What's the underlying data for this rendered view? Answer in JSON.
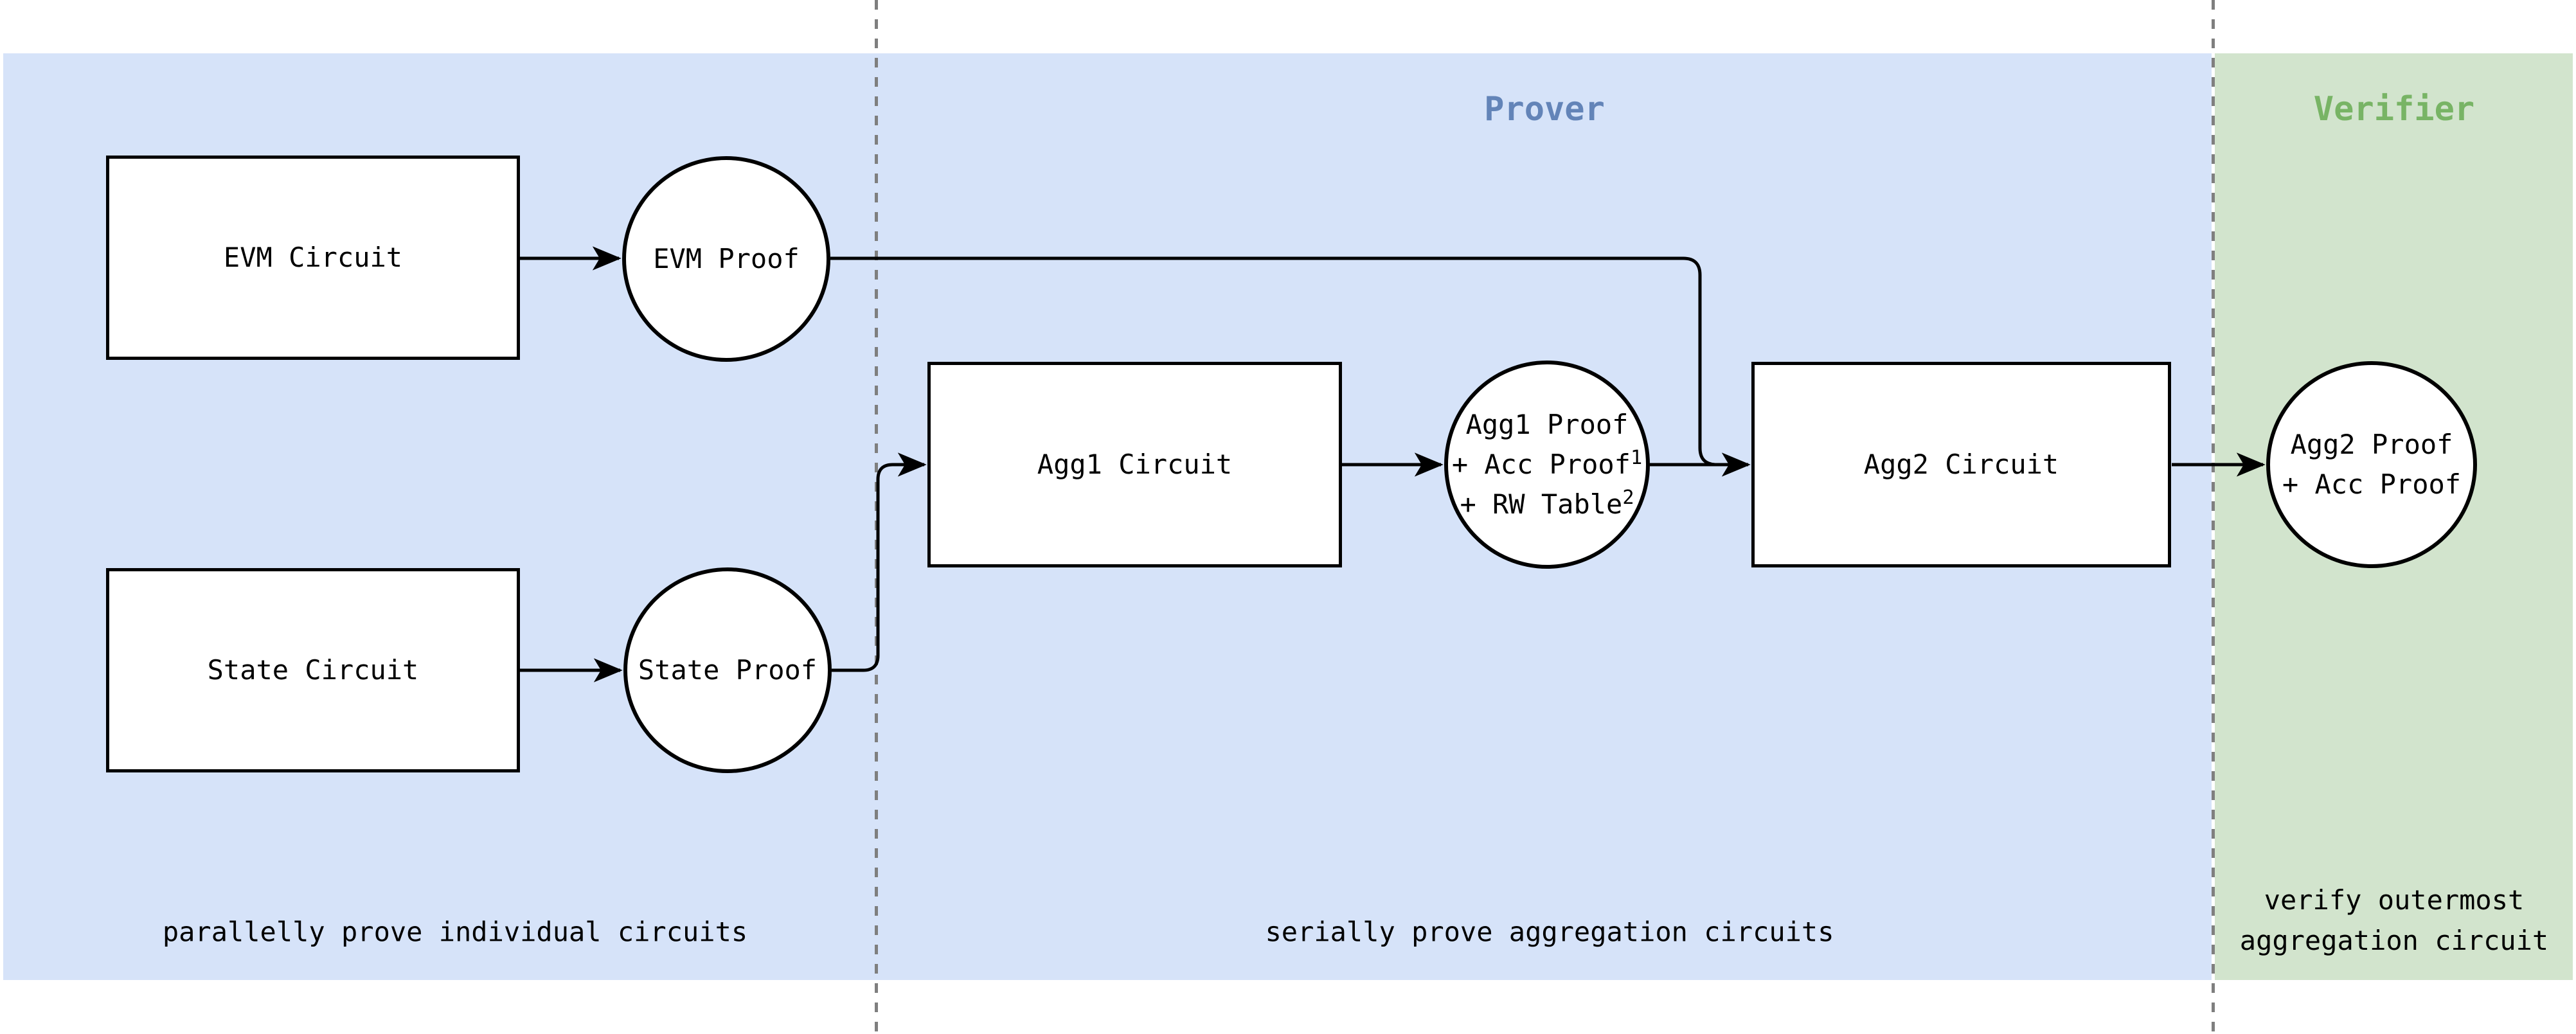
{
  "regions": {
    "prover": {
      "label": "Prover"
    },
    "verifier": {
      "label": "Verifier"
    }
  },
  "nodes": {
    "evm_circuit": {
      "label": "EVM Circuit"
    },
    "evm_proof": {
      "label": "EVM Proof"
    },
    "state_circuit": {
      "label": "State Circuit"
    },
    "state_proof": {
      "label": "State Proof"
    },
    "agg1_circuit": {
      "label": "Agg1 Circuit"
    },
    "agg1_proof": {
      "lines": [
        {
          "text": "Agg1 Proof",
          "sup": ""
        },
        {
          "text": "+ Acc Proof",
          "sup": "1"
        },
        {
          "text": "+ RW Table",
          "sup": "2"
        }
      ]
    },
    "agg2_circuit": {
      "label": "Agg2 Circuit"
    },
    "agg2_proof": {
      "lines": [
        {
          "text": "Agg2 Proof",
          "sup": ""
        },
        {
          "text": "+ Acc Proof",
          "sup": ""
        }
      ]
    }
  },
  "captions": {
    "parallel": "parallelly prove individual circuits",
    "serial": "serially prove aggregation circuits",
    "verify_line1": "verify outermost",
    "verify_line2": "aggregation circuit"
  },
  "colors": {
    "prover_bg": "#d6e3f9",
    "verifier_bg": "#d2e4cd",
    "prover_label": "#6384b8",
    "verifier_label": "#78b465",
    "divider": "#7f7f7f",
    "edge": "#000000",
    "node_border": "#000000",
    "node_fill": "#ffffff",
    "text": "#000000"
  }
}
